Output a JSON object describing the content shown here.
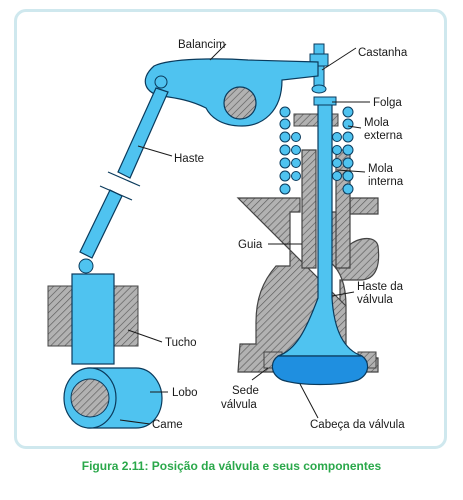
{
  "labels": {
    "balancim": "Balancim",
    "castanha": "Castanha",
    "folga": "Folga",
    "mola_externa_1": "Mola",
    "mola_externa_2": "externa",
    "haste": "Haste",
    "mola_interna_1": "Mola",
    "mola_interna_2": "interna",
    "guia": "Guia",
    "haste_valvula_1": "Haste da",
    "haste_valvula_2": "válvula",
    "tucho": "Tucho",
    "lobo": "Lobo",
    "sede_1": "Sede",
    "sede_2": "válvula",
    "came": "Came",
    "cabeca_valvula": "Cabeça da válvula"
  },
  "caption": "Figura 2.11: Posição da válvula e seus componentes",
  "colors": {
    "part_fill": "#4fc3f0",
    "part_stroke": "#0a3a5c",
    "head_fill": "#1f8fe0",
    "hatch_fill": "#a8a8a8",
    "frame": "#cfe8ee",
    "caption": "#2aa84a"
  }
}
